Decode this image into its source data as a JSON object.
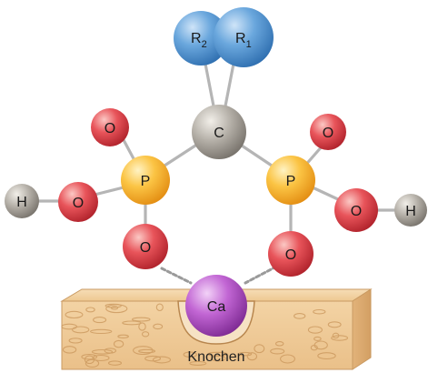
{
  "atoms": {
    "r2": {
      "label": "R",
      "sub": "2"
    },
    "r1": {
      "label": "R",
      "sub": "1"
    },
    "carbon": "C",
    "p_left": "P",
    "p_right": "P",
    "o_left_top": "O",
    "o_left_side": "O",
    "o_left_bottom": "O",
    "o_right_top": "O",
    "o_right_side": "O",
    "o_right_bottom": "O",
    "h_left": "H",
    "h_right": "H",
    "calcium": "Ca"
  },
  "bone_label": "Knochen",
  "colors": {
    "blue": "#5b9bd5",
    "gray": "#a8a39b",
    "orange": "#f7b733",
    "red": "#dd3e44",
    "purple": "#b04fc4",
    "bone": "#f2cfa0"
  }
}
